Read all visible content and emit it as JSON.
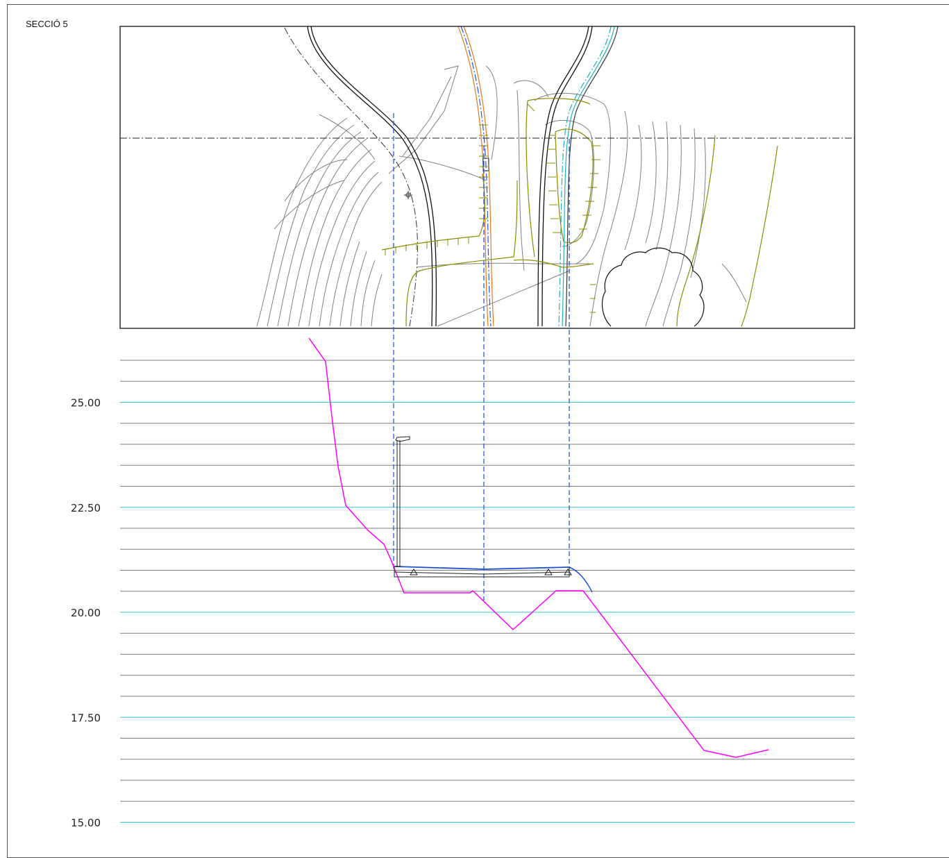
{
  "title": "SECCIÓ 5",
  "elevation_axis": {
    "labels": [
      "25.00",
      "22.50",
      "20.00",
      "17.50",
      "15.00"
    ],
    "values": [
      25.0,
      22.5,
      20.0,
      17.5,
      15.0
    ],
    "major_step": 2.5,
    "minor_step": 0.5,
    "range": [
      15.0,
      26.0
    ]
  },
  "colors": {
    "terrain_profile": "#ff00ff",
    "road_surface": "#1f4fd0",
    "projection_lines": "#2255ee",
    "major_gridline": "#39c6d4",
    "minor_gridline": "#7a7a7a",
    "contour_lines": "#7f7f7f",
    "alignment_lines": "#8c8c00",
    "orange_alignment": "#e07a1f",
    "cyan_alignment": "#1fb0c0"
  },
  "plan_view": {
    "description_icon": "site-plan",
    "has_tree_symbol": true,
    "has_cut_line": true
  }
}
